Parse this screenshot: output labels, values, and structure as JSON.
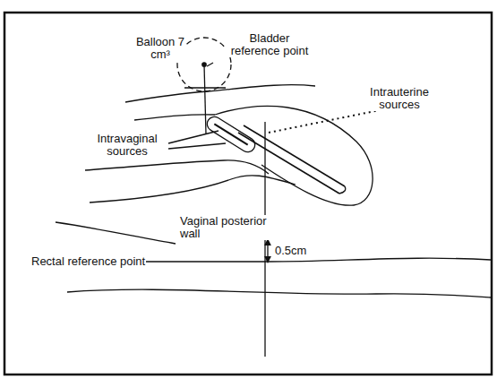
{
  "diagram": {
    "labels": [
      "Balloon 7 cm³",
      "Bladder reference point",
      "Intrauterine sources",
      "Intravaginal sources",
      "Vaginal posterior wall",
      "Rectal reference point",
      "0.5cm"
    ]
  }
}
